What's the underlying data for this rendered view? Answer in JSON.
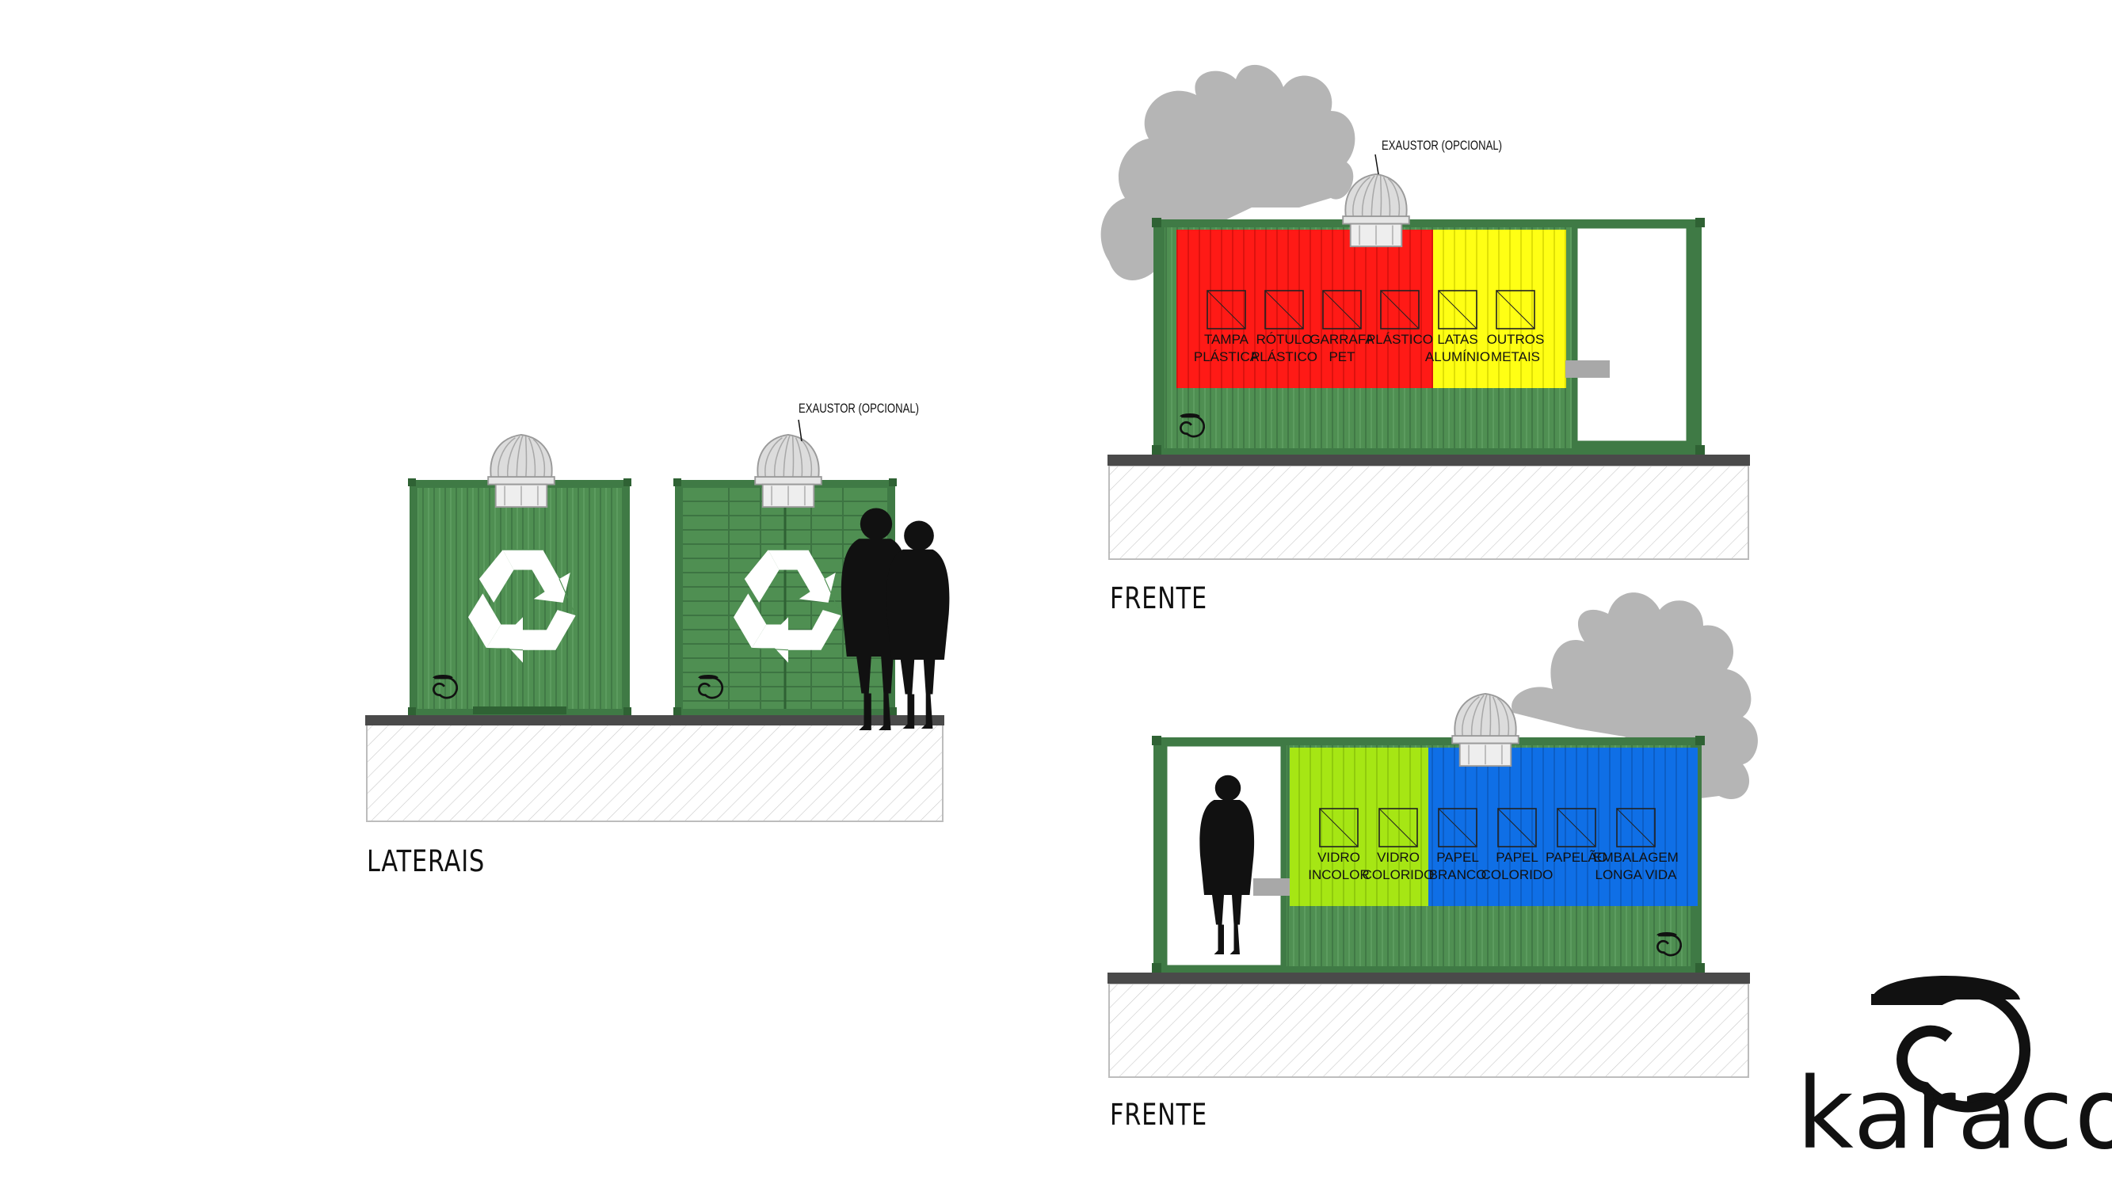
{
  "labels": {
    "laterais": "LATERAIS",
    "frente_top": "FRENTE",
    "frente_bottom": "FRENTE",
    "exaustor_side": "EXAUSTOR (OPCIONAL)",
    "exaustor_front": "EXAUSTOR (OPCIONAL)",
    "brand": "karacol"
  },
  "front_top": {
    "panels": [
      {
        "label": [
          "TAMPA",
          "PLÁSTICA"
        ],
        "color": "red"
      },
      {
        "label": [
          "RÓTULO",
          "PLÁSTICO"
        ],
        "color": "red"
      },
      {
        "label": [
          "GARRAFA",
          "PET"
        ],
        "color": "red"
      },
      {
        "label": [
          "PLÁSTICO"
        ],
        "color": "red"
      },
      {
        "label": [
          "LATAS",
          "ALUMÍNIO"
        ],
        "color": "yellow"
      },
      {
        "label": [
          "OUTROS",
          "METAIS"
        ],
        "color": "yellow"
      }
    ]
  },
  "front_bottom": {
    "panels": [
      {
        "label": [
          "VIDRO",
          "INCOLOR"
        ],
        "color": "lime"
      },
      {
        "label": [
          "VIDRO",
          "COLORIDO"
        ],
        "color": "lime"
      },
      {
        "label": [
          "PAPEL",
          "BRANCO"
        ],
        "color": "blue"
      },
      {
        "label": [
          "PAPEL",
          "COLORIDO"
        ],
        "color": "blue"
      },
      {
        "label": [
          "PAPELÃO"
        ],
        "color": "blue"
      },
      {
        "label": [
          "EMBALAGEM",
          "LONGA VIDA"
        ],
        "color": "blue"
      }
    ]
  },
  "colors": {
    "container_green": "#4f8f52",
    "frame_green": "#3f7a45",
    "red": "#ff1a16",
    "yellow": "#ffff14",
    "lime": "#a6e614",
    "blue": "#0f6fe6",
    "tree_grey": "#b5b5b5",
    "vent_grey": "#dcdcdc",
    "slab": "#4a4a4a"
  },
  "icons": [
    "recycle-icon",
    "spiral-logo-icon",
    "ventilator-icon",
    "person-silhouette-icon",
    "tree-silhouette-icon"
  ]
}
